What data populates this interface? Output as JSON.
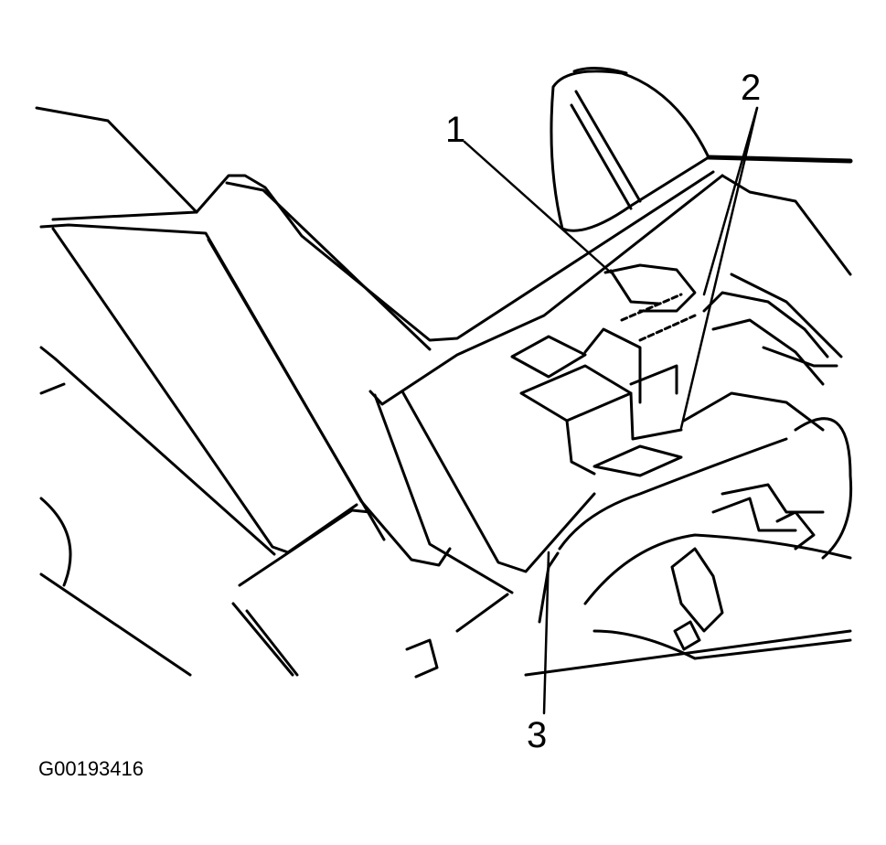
{
  "callouts": {
    "c1": "1",
    "c2": "2",
    "c3": "3"
  },
  "figure_id": "G00193416",
  "colors": {
    "line": "#000000",
    "background": "#ffffff"
  }
}
